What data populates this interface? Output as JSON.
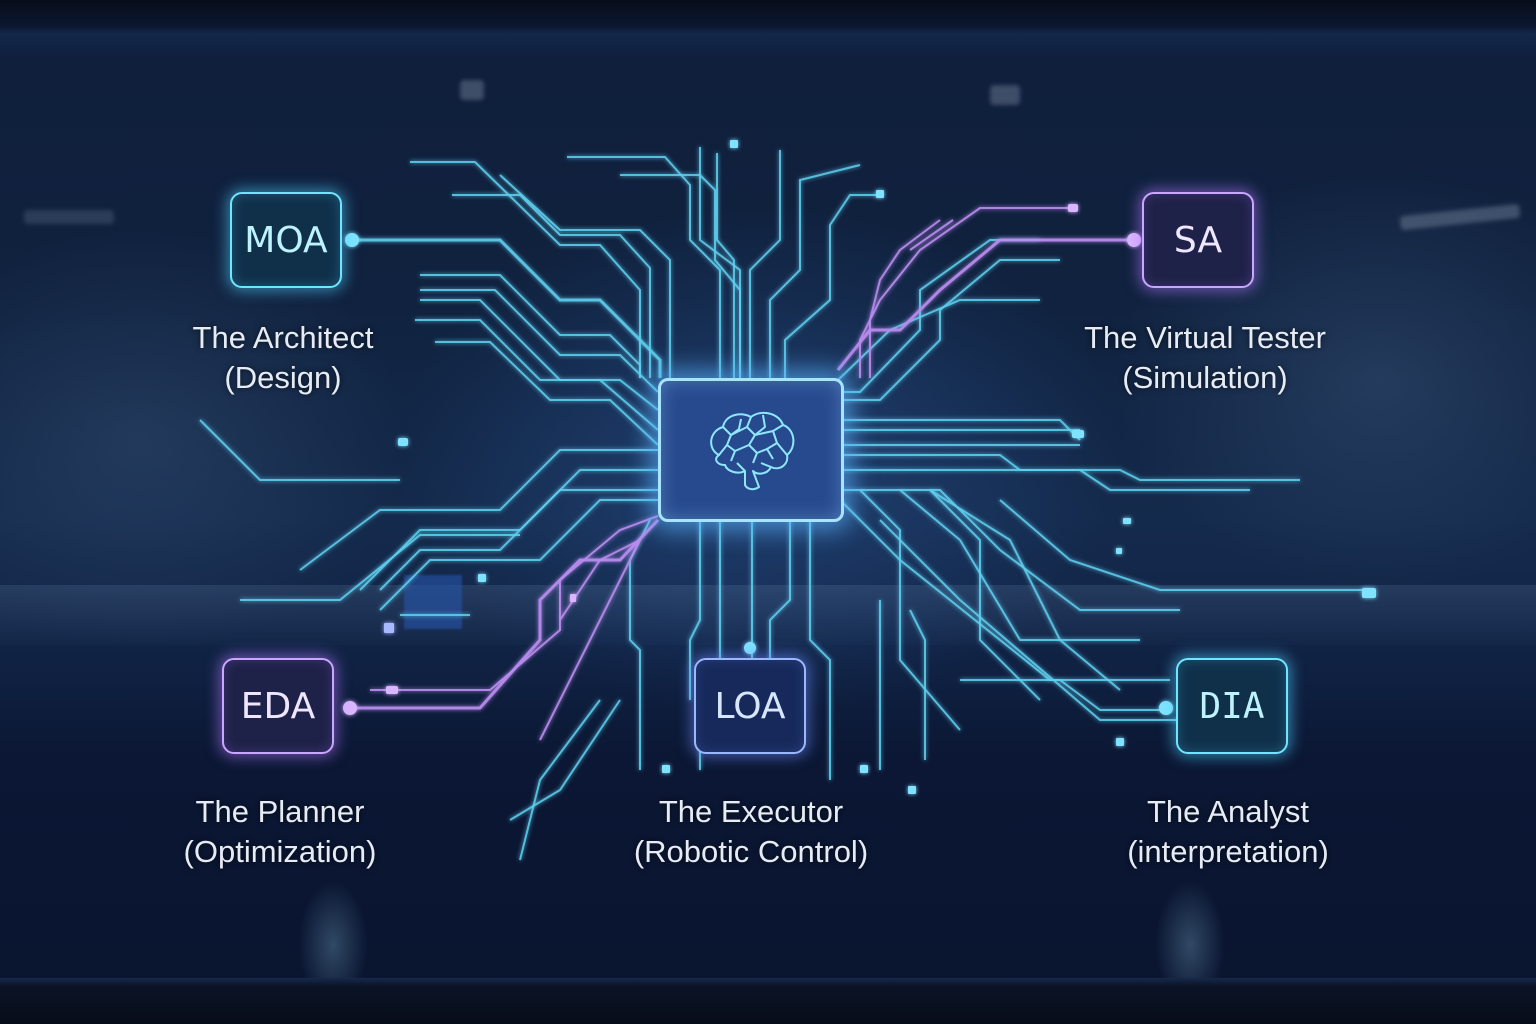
{
  "diagram": {
    "center": {
      "icon": "brain-icon",
      "accent": "#a9e4ff"
    },
    "agents": [
      {
        "code": "MOA",
        "role": "The Architect",
        "function": "(Design)",
        "color": "#6fe6ff",
        "position": "top-left"
      },
      {
        "code": "SA",
        "role": "The Virtual Tester",
        "function": "(Simulation)",
        "color": "#c9a6ff",
        "position": "top-right"
      },
      {
        "code": "EDA",
        "role": "The Planner",
        "function": "(Optimization)",
        "color": "#c9a6ff",
        "position": "bottom-left"
      },
      {
        "code": "LOA",
        "role": "The Executor",
        "function": "(Robotic Control)",
        "color": "#9bb8ff",
        "position": "bottom-center"
      },
      {
        "code": "DIA",
        "role": "The Analyst",
        "function": "(interpretation)",
        "color": "#6fe6ff",
        "position": "bottom-right"
      }
    ],
    "trace_colors": {
      "cyan": "#5fd0f0",
      "violet": "#b98cf0"
    },
    "background": "dark-blue laboratory"
  }
}
